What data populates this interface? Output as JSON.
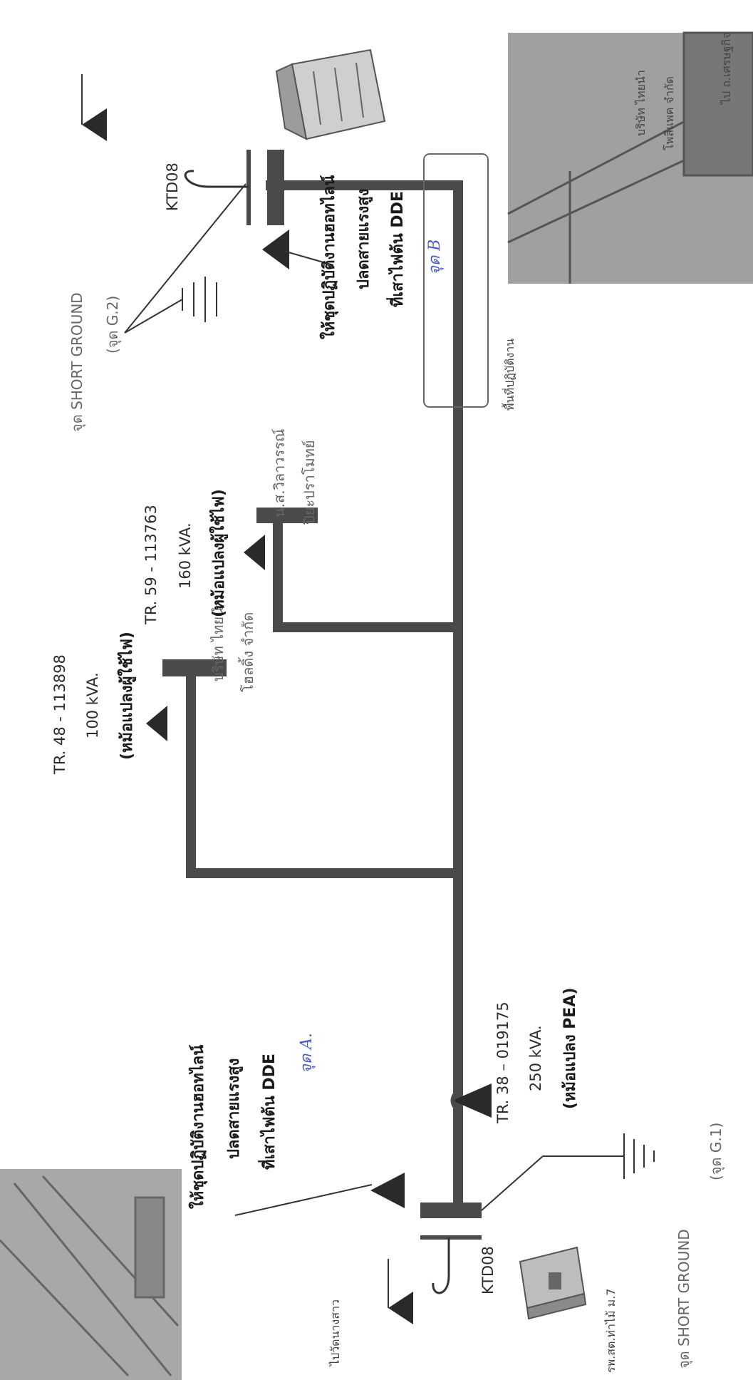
{
  "diagram": {
    "colors": {
      "line": "#4a4a4a",
      "triangle": "#2a2a2a",
      "photo": "#9a9a9a",
      "annotation": "#4a5cc4"
    },
    "pole_left": "KTD08",
    "pole_right": "KTD08",
    "tr38": {
      "name": "TR. 38 – 019175",
      "kva": "250 kVA.",
      "owner": "(หม้อแปลง PEA)"
    },
    "tr48": {
      "name": "TR. 48 - 113898",
      "kva": "100 kVA.",
      "owner": "(หม้อแปลงผู้ใช้ไฟ)",
      "site_1": "บริษัท ไทยนำ",
      "site_2": "โฮลดิ้ง จำกัด"
    },
    "tr59": {
      "name": "TR. 59 - 113763",
      "kva": "160 kVA.",
      "owner": "(หม้อแปลงผู้ใช้ไฟ)",
      "site_1": "น.ส.วิลาวรรณ์",
      "site_2": "ปิยะปราโมทย์"
    },
    "instr_left": {
      "line1": "ให้ชุดปฏิบัติงานฮอทไลน์",
      "line2": "ปลดสายแรงสูง",
      "line3": "ที่เสาไฟต้น DDE",
      "mark": "จุด A."
    },
    "instr_right": {
      "line1": "ให้ชุดปฏิบัติงานฮอทไลน์",
      "line2": "ปลดสายแรงสูง",
      "line3": "ที่เสาไฟต้น DDE",
      "mark": "จุด B"
    },
    "ground_left": {
      "label": "จุด SHORT GROUND",
      "code": "(จุด G.1)"
    },
    "ground_right": {
      "label": "จุด SHORT GROUND",
      "code": "(จุด G.2)"
    },
    "dir_left": "ไปวัดนางสาว",
    "dir_right": "ไป ถ.เศรษฐกิจ",
    "hospital": "รพ.สต.ท่าไม้ ม.7",
    "company_1": "บริษัท ไทยนำ",
    "company_2": "โพลีแพค จำกัด",
    "work_area": "พื้นที่ปฏิบัติงาน"
  }
}
